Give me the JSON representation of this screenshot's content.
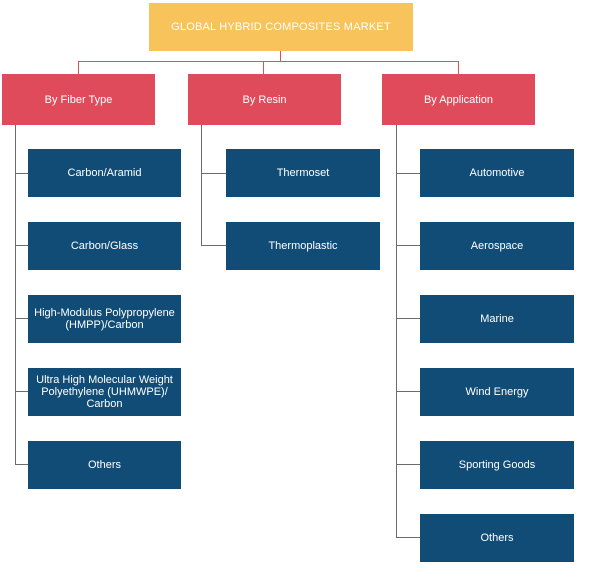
{
  "root": {
    "label": "GLOBAL HYBRID COMPOSITES MARKET"
  },
  "categories": [
    {
      "label": "By Fiber Type",
      "items": [
        "Carbon/Aramid",
        "Carbon/Glass",
        "High-Modulus Polypropylene (HMPP)/Carbon",
        "Ultra High Molecular Weight Polyethylene (UHMWPE)/ Carbon",
        "Others"
      ]
    },
    {
      "label": "By Resin",
      "items": [
        "Thermoset",
        "Thermoplastic"
      ]
    },
    {
      "label": "By Application",
      "items": [
        "Automotive",
        "Aerospace",
        "Marine",
        "Wind Energy",
        "Sporting Goods",
        "Others"
      ]
    }
  ],
  "colors": {
    "root": "#f7c35a",
    "category": "#e04b5c",
    "leaf": "#114c76",
    "connector": "#6b6b6b"
  }
}
